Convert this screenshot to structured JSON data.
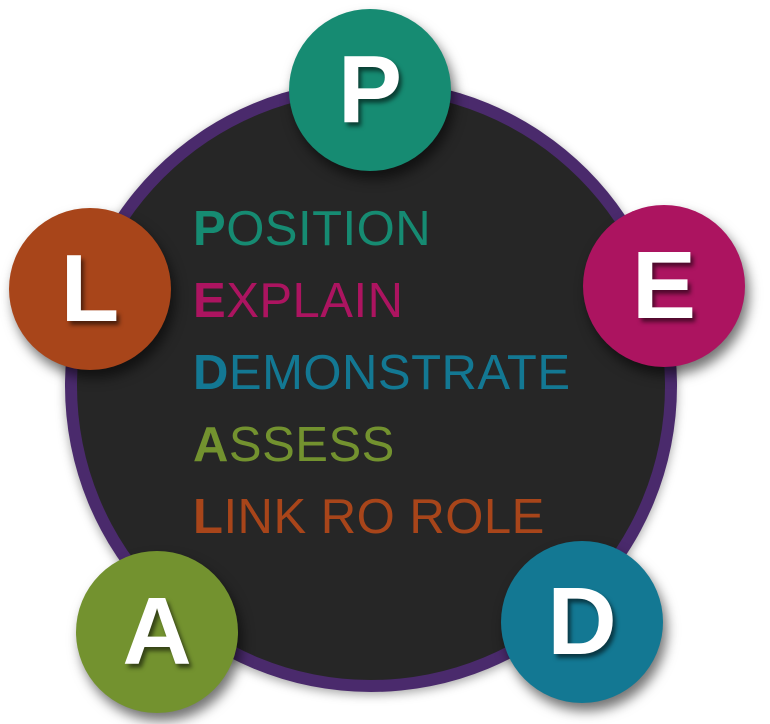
{
  "diagram": {
    "ring_color": "#4a2a6c",
    "core_color": "#262626",
    "nodes": [
      {
        "letter": "P",
        "color": "#168b72"
      },
      {
        "letter": "E",
        "color": "#ac1460"
      },
      {
        "letter": "D",
        "color": "#137893"
      },
      {
        "letter": "A",
        "color": "#73922f"
      },
      {
        "letter": "L",
        "color": "#a8451a"
      }
    ],
    "steps": [
      {
        "initial": "P",
        "rest": "OSITION",
        "color": "#168b72"
      },
      {
        "initial": "E",
        "rest": "XPLAIN",
        "color": "#ac1460"
      },
      {
        "initial": "D",
        "rest": "EMONSTRATE",
        "color": "#137893"
      },
      {
        "initial": "A",
        "rest": "SSESS",
        "color": "#73922f"
      },
      {
        "initial": "L",
        "rest": "INK RO ROLE",
        "color": "#a8451a"
      }
    ]
  }
}
